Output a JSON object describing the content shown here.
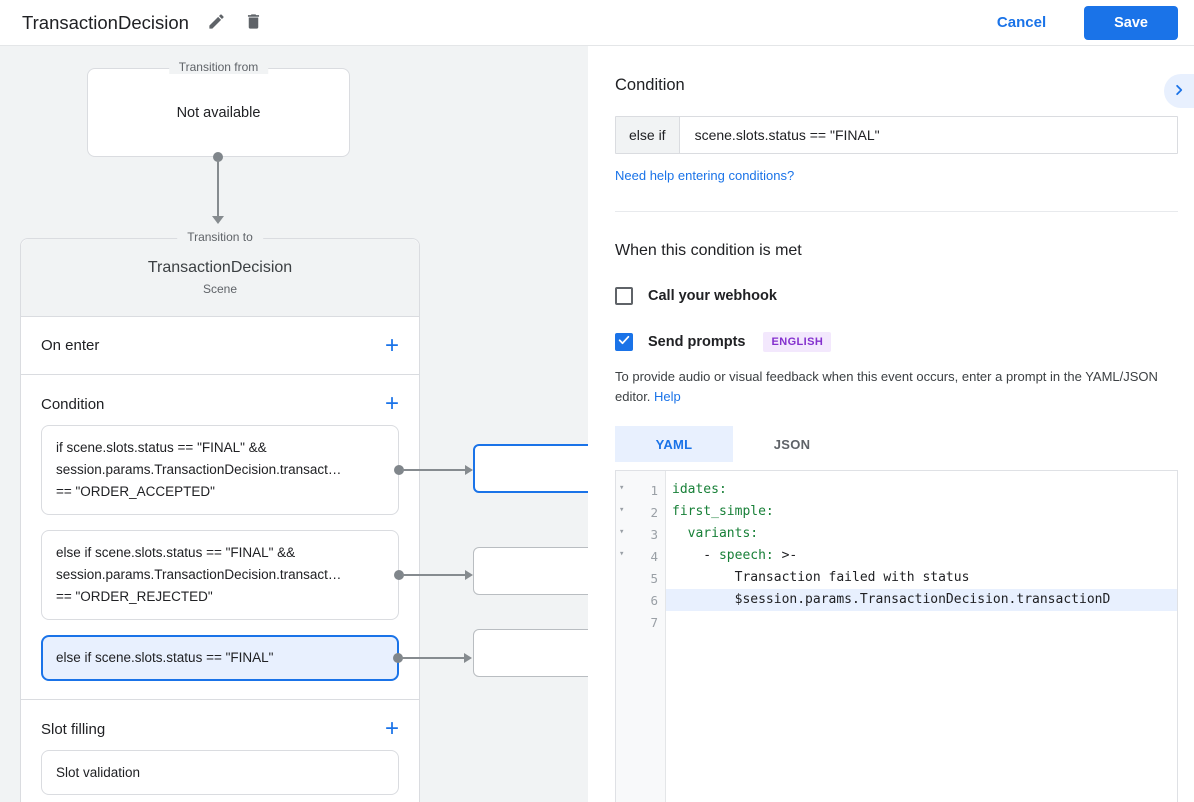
{
  "header": {
    "title": "TransactionDecision",
    "cancel_label": "Cancel",
    "save_label": "Save"
  },
  "flow": {
    "transition_from": {
      "legend": "Transition from",
      "value": "Not available"
    },
    "transition_to": {
      "legend": "Transition to",
      "title": "TransactionDecision",
      "subtitle": "Scene"
    },
    "on_enter_label": "On enter",
    "condition_label": "Condition",
    "slot_filling_label": "Slot filling",
    "slot_card_label": "Slot validation",
    "condition_cards": [
      {
        "selected": false,
        "lines": [
          "if scene.slots.status == \"FINAL\" &&",
          "session.params.TransactionDecision.transact…",
          "== \"ORDER_ACCEPTED\""
        ]
      },
      {
        "selected": false,
        "lines": [
          "else if scene.slots.status == \"FINAL\" &&",
          "session.params.TransactionDecision.transact…",
          "== \"ORDER_REJECTED\""
        ]
      },
      {
        "selected": true,
        "lines": [
          "else if scene.slots.status == \"FINAL\""
        ]
      }
    ]
  },
  "panel": {
    "title": "Condition",
    "condition_operator": "else if",
    "condition_value": "scene.slots.status == \"FINAL\"",
    "help_link": "Need help entering conditions?",
    "when_met_title": "When this condition is met",
    "webhook_label": "Call your webhook",
    "prompts_label": "Send prompts",
    "language_badge": "ENGLISH",
    "prompt_hint": "To provide audio or visual feedback when this event occurs, enter a prompt in the YAML/JSON editor.",
    "prompt_hint_link": "Help",
    "tabs": [
      {
        "label": "YAML",
        "active": true
      },
      {
        "label": "JSON",
        "active": false
      }
    ],
    "editor_lines": [
      {
        "num": "1",
        "fold": true,
        "highlight": false,
        "parts": [
          [
            "key",
            "idates:"
          ]
        ]
      },
      {
        "num": "2",
        "fold": true,
        "highlight": false,
        "parts": [
          [
            "key",
            "first_simple:"
          ]
        ]
      },
      {
        "num": "3",
        "fold": true,
        "highlight": false,
        "parts": [
          [
            "plain",
            "  "
          ],
          [
            "key",
            "variants:"
          ]
        ]
      },
      {
        "num": "4",
        "fold": true,
        "highlight": false,
        "parts": [
          [
            "plain",
            "    - "
          ],
          [
            "key",
            "speech:"
          ],
          [
            "plain",
            " >-"
          ]
        ]
      },
      {
        "num": "5",
        "fold": false,
        "highlight": false,
        "parts": [
          [
            "plain",
            "        Transaction failed with status"
          ]
        ]
      },
      {
        "num": "6",
        "fold": false,
        "highlight": true,
        "parts": [
          [
            "plain",
            "        $session.params.TransactionDecision.transactionD"
          ]
        ]
      },
      {
        "num": "7",
        "fold": false,
        "highlight": false,
        "parts": []
      }
    ]
  },
  "colors": {
    "accent": "#1a73e8",
    "selected_bg": "#e8f0fe",
    "yaml_key": "#188038",
    "badge_bg": "#f3e8fd",
    "badge_text": "#8430ce"
  }
}
